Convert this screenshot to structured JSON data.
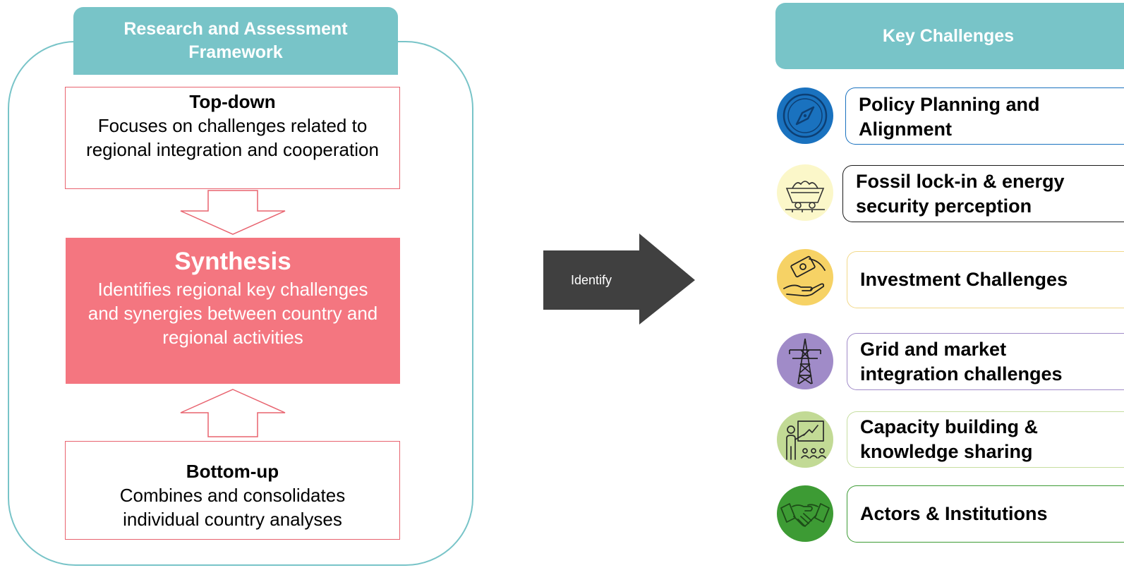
{
  "framework": {
    "title": "Research and Assessment Framework",
    "top_down": {
      "title": "Top-down",
      "description": "Focuses on challenges related to regional integration and cooperation"
    },
    "synthesis": {
      "title": "Synthesis",
      "description": "Identifies regional key challenges and synergies between country and regional activities"
    },
    "bottom_up": {
      "title": "Bottom-up",
      "description": "Combines and consolidates individual country analyses"
    }
  },
  "arrow": {
    "label": "Identify"
  },
  "key_challenges": {
    "title": "Key Challenges",
    "items": [
      {
        "label": "Policy Planning and Alignment",
        "icon": "compass-icon",
        "color": "#1a72bf"
      },
      {
        "label": "Fossil lock-in & energy security perception",
        "icon": "coal-cart-icon",
        "color": "#1a1a1a"
      },
      {
        "label": "Investment Challenges",
        "icon": "money-hand-icon",
        "color": "#f6d265"
      },
      {
        "label": "Grid and market integration challenges",
        "icon": "power-tower-icon",
        "color": "#a08bc8"
      },
      {
        "label": "Capacity building & knowledge sharing",
        "icon": "presentation-icon",
        "color": "#c2da95"
      },
      {
        "label": "Actors & Institutions",
        "icon": "handshake-icon",
        "color": "#3d9b34"
      }
    ]
  },
  "colors": {
    "teal": "#78c4c8",
    "synthesis_fill": "#f47680",
    "box_border": "#e8636f",
    "arrow": "#404040"
  }
}
